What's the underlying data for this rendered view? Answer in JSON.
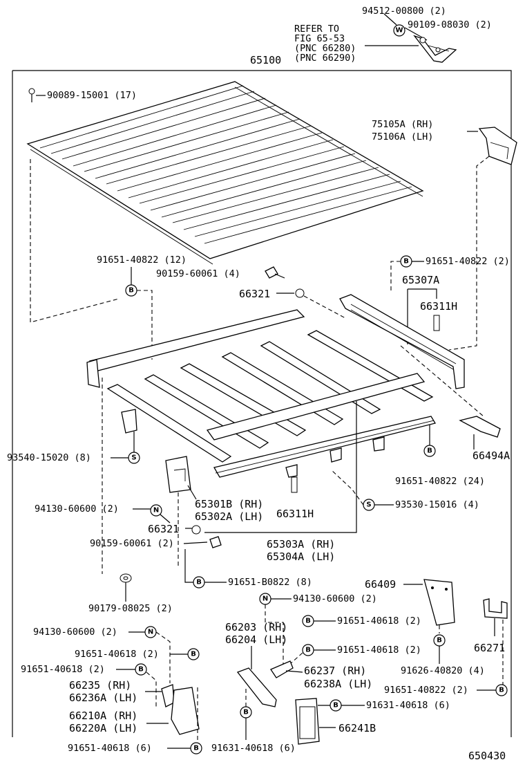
{
  "diagram": {
    "figure_number": "650430",
    "assembly_number": "65100",
    "refer_text": [
      "REFER TO",
      "FIG 65-53",
      "(PNC 66280)",
      "(PNC 66290)"
    ],
    "labels": {
      "l_94512": "94512-00800 (2)",
      "l_90109": "90109-08030 (2)",
      "l_90089": "90089-15001 (17)",
      "l_75105": "75105A (RH)",
      "l_75106": "75106A (LH)",
      "l_91651_12": "91651-40822 (12)",
      "l_90159_top": "90159-60061 (4)",
      "l_91651_2_top": "91651-40822 (2)",
      "l_65307": "65307A",
      "l_66321_top": "66321",
      "l_66311_top": "66311H",
      "l_93540": "93540-15020 (8)",
      "l_66494": "66494A",
      "l_91651_24": "91651-40822 (24)",
      "l_65301": "65301B (RH)",
      "l_65302": "65302A (LH)",
      "l_94130_mid": "94130-60600 (2)",
      "l_93530": "93530-15016 (4)",
      "l_66311_bot": "66311H",
      "l_66321_bot": "66321",
      "l_65303": "65303A (RH)",
      "l_65304": "65304A (LH)",
      "l_90159_bot": "90159-60061 (2)",
      "l_91651_b": "91651-B0822 (8)",
      "l_66409": "66409",
      "l_94130_b2": "94130-60600 (2)",
      "l_90179": "90179-08025 (2)",
      "l_66203": "66203 (RH)",
      "l_66204": "66204 (LH)",
      "l_91651_618_a": "91651-40618 (2)",
      "l_94130_left": "94130-60600 (2)",
      "l_66271": "66271",
      "l_91651_618_b": "91651-40618 (2)",
      "l_91651_618_c": "91651-40618 (2)",
      "l_91651_618_d": "91651-40618 (2)",
      "l_66237": "66237  (RH)",
      "l_66238": "66238A (LH)",
      "l_91626": "91626-40820 (4)",
      "l_66235": "66235  (RH)",
      "l_66236": "66236A (LH)",
      "l_91651_822_2b": "91651-40822 (2)",
      "l_66210": "66210A (RH)",
      "l_66220": "66220A (LH)",
      "l_91631_6a": "91631-40618 (6)",
      "l_66241": "66241B",
      "l_91651_618_6": "91651-40618 (6)",
      "l_91631_6b": "91631-40618 (6)"
    },
    "badge_letters": {
      "W": "W",
      "B": "B",
      "S": "S",
      "N": "N"
    }
  }
}
